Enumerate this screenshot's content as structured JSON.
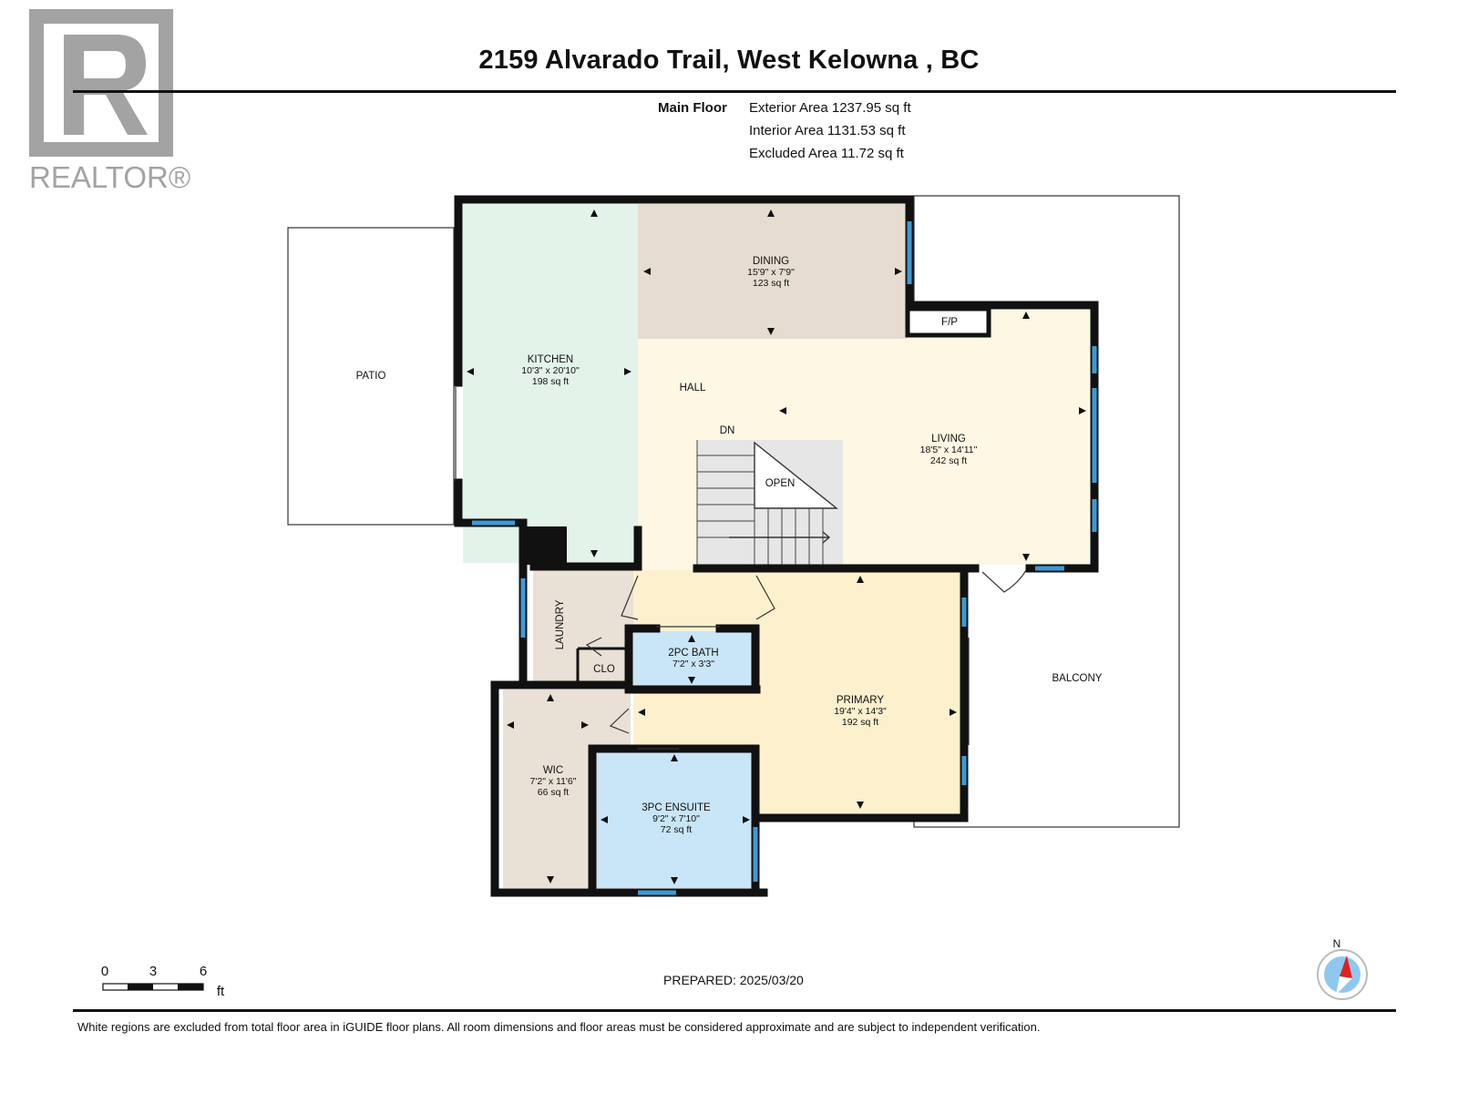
{
  "header": {
    "title": "2159 Alvarado Trail, West Kelowna , BC"
  },
  "logo": {
    "text": "REALTOR®",
    "icon": "realtor-r-logo-icon"
  },
  "floor_summary": {
    "floor_name": "Main Floor",
    "exterior_area": "Exterior Area 1237.95 sq ft",
    "interior_area": "Interior Area 1131.53 sq ft",
    "excluded_area": "Excluded Area 11.72 sq ft"
  },
  "rooms": {
    "dining": {
      "name": "DINING",
      "dims": "15'9\" x 7'9\"",
      "area": "123 sq ft"
    },
    "kitchen": {
      "name": "KITCHEN",
      "dims": "10'3\" x 20'10\"",
      "area": "198 sq ft"
    },
    "living": {
      "name": "LIVING",
      "dims": "18'5\" x 14'11\"",
      "area": "242 sq ft"
    },
    "primary": {
      "name": "PRIMARY",
      "dims": "19'4\" x 14'3\"",
      "area": "192 sq ft"
    },
    "bath2pc": {
      "name": "2PC BATH",
      "dims": "7'2\" x 3'3\""
    },
    "wic": {
      "name": "WIC",
      "dims": "7'2\" x 11'6\"",
      "area": "66 sq ft"
    },
    "ensuite": {
      "name": "3PC ENSUITE",
      "dims": "9'2\" x 7'10\"",
      "area": "72 sq ft"
    },
    "laundry": {
      "name": "LAUNDRY"
    },
    "closet": {
      "name": "CLO"
    },
    "hall": {
      "name": "HALL"
    },
    "patio": {
      "name": "PATIO"
    },
    "balcony": {
      "name": "BALCONY"
    },
    "fireplace": {
      "name": "F/P"
    },
    "open": {
      "name": "OPEN"
    },
    "stairs": {
      "name": "DN"
    }
  },
  "scale_bar": {
    "ticks": [
      "0",
      "3",
      "6"
    ],
    "unit": "ft"
  },
  "compass": {
    "label": "N",
    "icon": "compass-icon"
  },
  "prepared": "PREPARED: 2025/03/20",
  "footer": {
    "note": "White regions are excluded from total floor area in iGUIDE floor plans. All room dimensions and floor areas must be considered approximate and are subject to independent verification."
  },
  "colors": {
    "kitchen": "#e3f3ea",
    "dining": "#e6ddd0",
    "living_hall": "#fdf7e3",
    "primary": "#fdf0cc",
    "bath": "#c9e5f8",
    "laundry_wic": "#e9e1d5",
    "wall": "#111111",
    "window": "#3d9ad6"
  }
}
